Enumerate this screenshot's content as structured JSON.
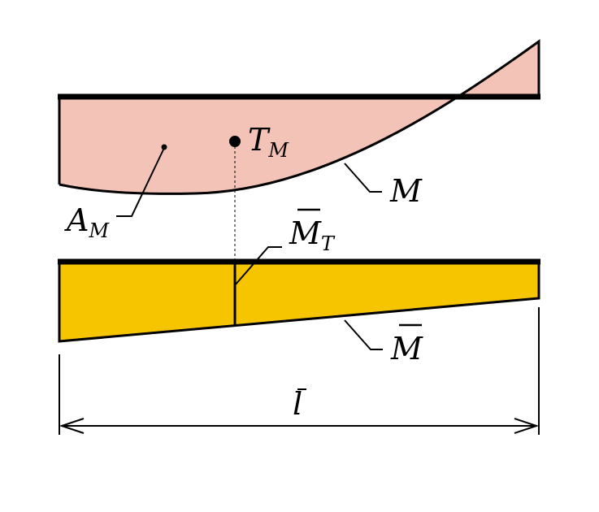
{
  "colors": {
    "moment_fill": "#f4c3b7",
    "unit_moment_fill": "#f7c400",
    "outline": "#000000"
  },
  "labels": {
    "area_main": "A",
    "area_sub": "M",
    "centroid_main": "T",
    "centroid_sub": "M",
    "moment_curve": "M",
    "unit_moment": "M",
    "unit_ordinate_main": "M",
    "unit_ordinate_sub": "T",
    "length": "l"
  }
}
